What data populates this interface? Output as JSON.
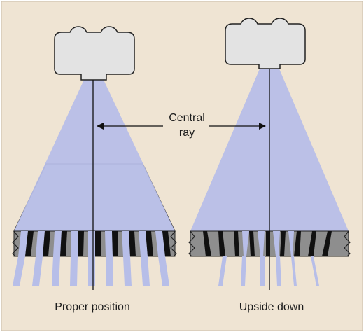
{
  "labels": {
    "central_ray_line1": "Central",
    "central_ray_line2": "ray",
    "left_caption": "Proper position",
    "right_caption": "Upside down"
  },
  "colors": {
    "background": "#efe4d3",
    "beam": "#b7bee8",
    "tube": "#e3e3e3",
    "grid_band": "#8e8e8e",
    "grid_lead": "#111111",
    "line": "#111111"
  }
}
